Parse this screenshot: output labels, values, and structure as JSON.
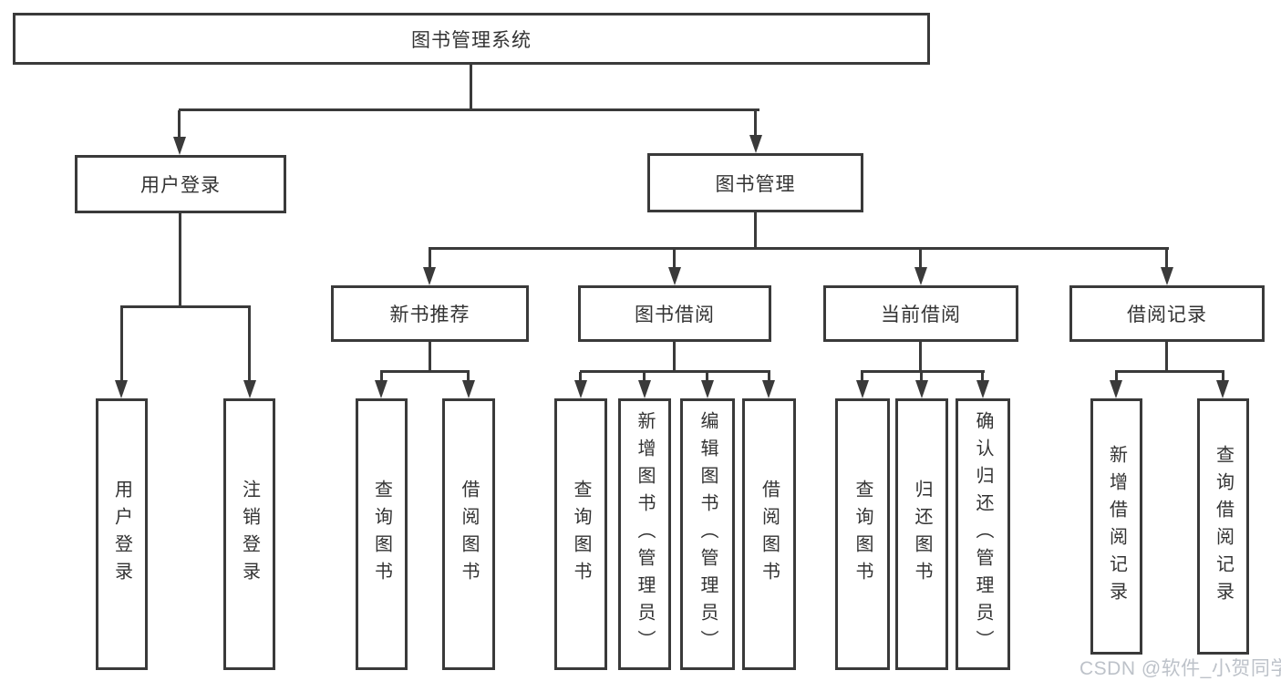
{
  "diagram": {
    "root": {
      "label": "图书管理系统",
      "children": [
        {
          "label": "用户登录",
          "children": [
            {
              "label": "用户登录"
            },
            {
              "label": "注销登录"
            }
          ]
        },
        {
          "label": "图书管理",
          "children": [
            {
              "label": "新书推荐",
              "children": [
                {
                  "label": "查询图书"
                },
                {
                  "label": "借阅图书"
                }
              ]
            },
            {
              "label": "图书借阅",
              "children": [
                {
                  "label": "查询图书"
                },
                {
                  "label": "新增图书（管理员）"
                },
                {
                  "label": "编辑图书（管理员）"
                },
                {
                  "label": "借阅图书"
                }
              ]
            },
            {
              "label": "当前借阅",
              "children": [
                {
                  "label": "查询图书"
                },
                {
                  "label": "归还图书"
                },
                {
                  "label": "确认归还（管理员）"
                }
              ]
            },
            {
              "label": "借阅记录",
              "children": [
                {
                  "label": "新增借阅记录"
                },
                {
                  "label": "查询借阅记录"
                }
              ]
            }
          ]
        }
      ]
    }
  },
  "watermark": {
    "text": "CSDN @软件_小贺同学"
  },
  "colors": {
    "line": "#3a3a3a",
    "text": "#333333",
    "background": "#ffffff",
    "watermark": "#bdc2c9"
  }
}
